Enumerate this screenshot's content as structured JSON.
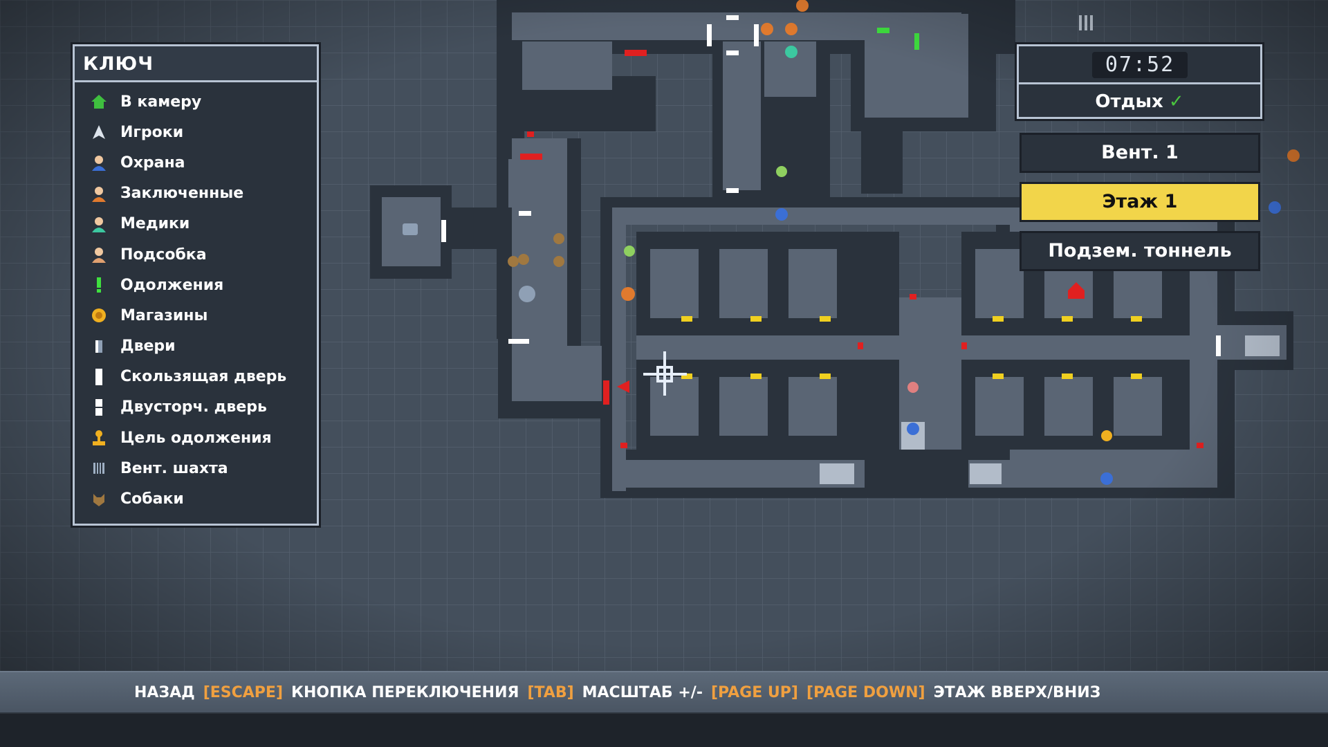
{
  "legend": {
    "title": "КЛЮЧ",
    "items": [
      {
        "label": "В камеру",
        "icon": "home-icon",
        "color": "#3fbf3f"
      },
      {
        "label": "Игроки",
        "icon": "player-arrow-icon",
        "color": "#dde4ec"
      },
      {
        "label": "Охрана",
        "icon": "guard-icon",
        "color": "#3b6fd6"
      },
      {
        "label": "Заключенные",
        "icon": "inmate-icon",
        "color": "#e07a2e"
      },
      {
        "label": "Медики",
        "icon": "medic-icon",
        "color": "#3cc8a0"
      },
      {
        "label": "Подсобка",
        "icon": "worker-icon",
        "color": "#e0a070"
      },
      {
        "label": "Одолжения",
        "icon": "exclamation-icon",
        "color": "#3fe03f"
      },
      {
        "label": "Магазины",
        "icon": "shop-coin-icon",
        "color": "#f0b020"
      },
      {
        "label": "Двери",
        "icon": "door-icon",
        "color": "#ffffff"
      },
      {
        "label": "Скользящая дверь",
        "icon": "sliding-door-icon",
        "color": "#ffffff"
      },
      {
        "label": "Двусторч. дверь",
        "icon": "double-door-icon",
        "color": "#ffffff"
      },
      {
        "label": "Цель одолжения",
        "icon": "favour-target-icon",
        "color": "#f0b020"
      },
      {
        "label": "Вент. шахта",
        "icon": "vent-icon",
        "color": "#9fb0c4"
      },
      {
        "label": "Собаки",
        "icon": "dog-icon",
        "color": "#a07840"
      }
    ]
  },
  "status": {
    "clock": "07:52",
    "routine": "Отдых",
    "routine_check": "✓"
  },
  "floors": [
    {
      "label": "Вент. 1",
      "active": false
    },
    {
      "label": "Этаж 1",
      "active": true
    },
    {
      "label": "Подзем. тоннель",
      "active": false
    }
  ],
  "controls": [
    {
      "text": "НАЗАД",
      "accent": false
    },
    {
      "text": "[ESCAPE]",
      "accent": true
    },
    {
      "text": "КНОПКА ПЕРЕКЛЮЧЕНИЯ",
      "accent": false
    },
    {
      "text": "[TAB]",
      "accent": true
    },
    {
      "text": "МАСШТАБ +/-",
      "accent": false
    },
    {
      "text": "[PAGE UP]",
      "accent": true
    },
    {
      "text": "[PAGE DOWN]",
      "accent": true
    },
    {
      "text": "ЭТАЖ ВВЕРХ/ВНИЗ",
      "accent": false
    }
  ],
  "colors": {
    "background": "#3a4450",
    "wall": "#2a323c",
    "floor": "#5a6574",
    "active_floor": "#f2d54a",
    "accent_text": "#f0a040",
    "door_red": "#e02020",
    "door_yellow": "#f0d020"
  }
}
